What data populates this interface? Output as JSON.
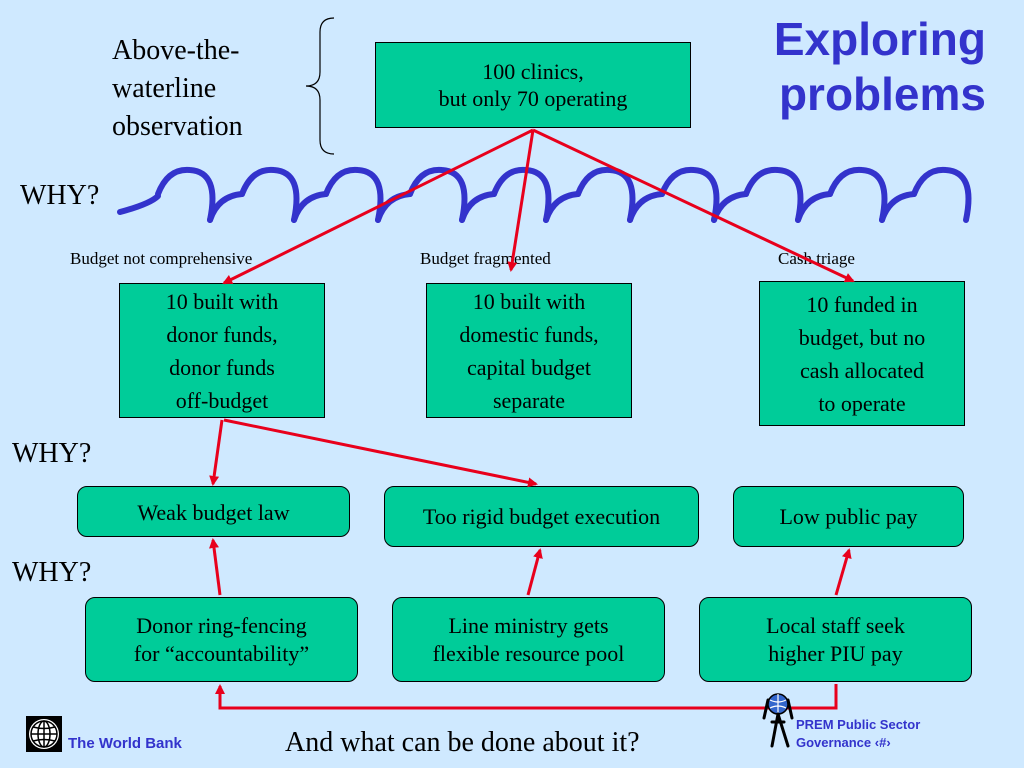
{
  "title": "Exploring\nproblems",
  "observation_label": "Above-the-\nwaterline\nobservation",
  "top_box": "100 clinics,\nbut only 70 operating",
  "why_labels": [
    "WHY?",
    "WHY?",
    "WHY?"
  ],
  "category_labels": [
    "Budget not comprehensive",
    "Budget fragmented",
    "Cash triage"
  ],
  "level1": [
    "10 built with\ndonor funds,\ndonor funds\noff-budget",
    "10 built with\ndomestic funds,\ncapital budget\nseparate",
    "10 funded in\nbudget, but no\ncash allocated\nto operate"
  ],
  "level2": [
    "Weak budget law",
    "Too rigid budget execution",
    "Low public pay"
  ],
  "level3": [
    "Donor ring-fencing\nfor “accountability”",
    "Line ministry gets\nflexible resource pool",
    "Local staff seek\nhigher PIU pay"
  ],
  "question": "And what can be done about it?",
  "footer": {
    "bank": "The World Bank",
    "prem": "PREM Public Sector\nGovernance     ‹#›"
  },
  "colors": {
    "box": "#00cc99",
    "arrow": "#e8001c",
    "wave": "#3333cc",
    "title": "#3333cc",
    "background": "#cfe9ff"
  }
}
